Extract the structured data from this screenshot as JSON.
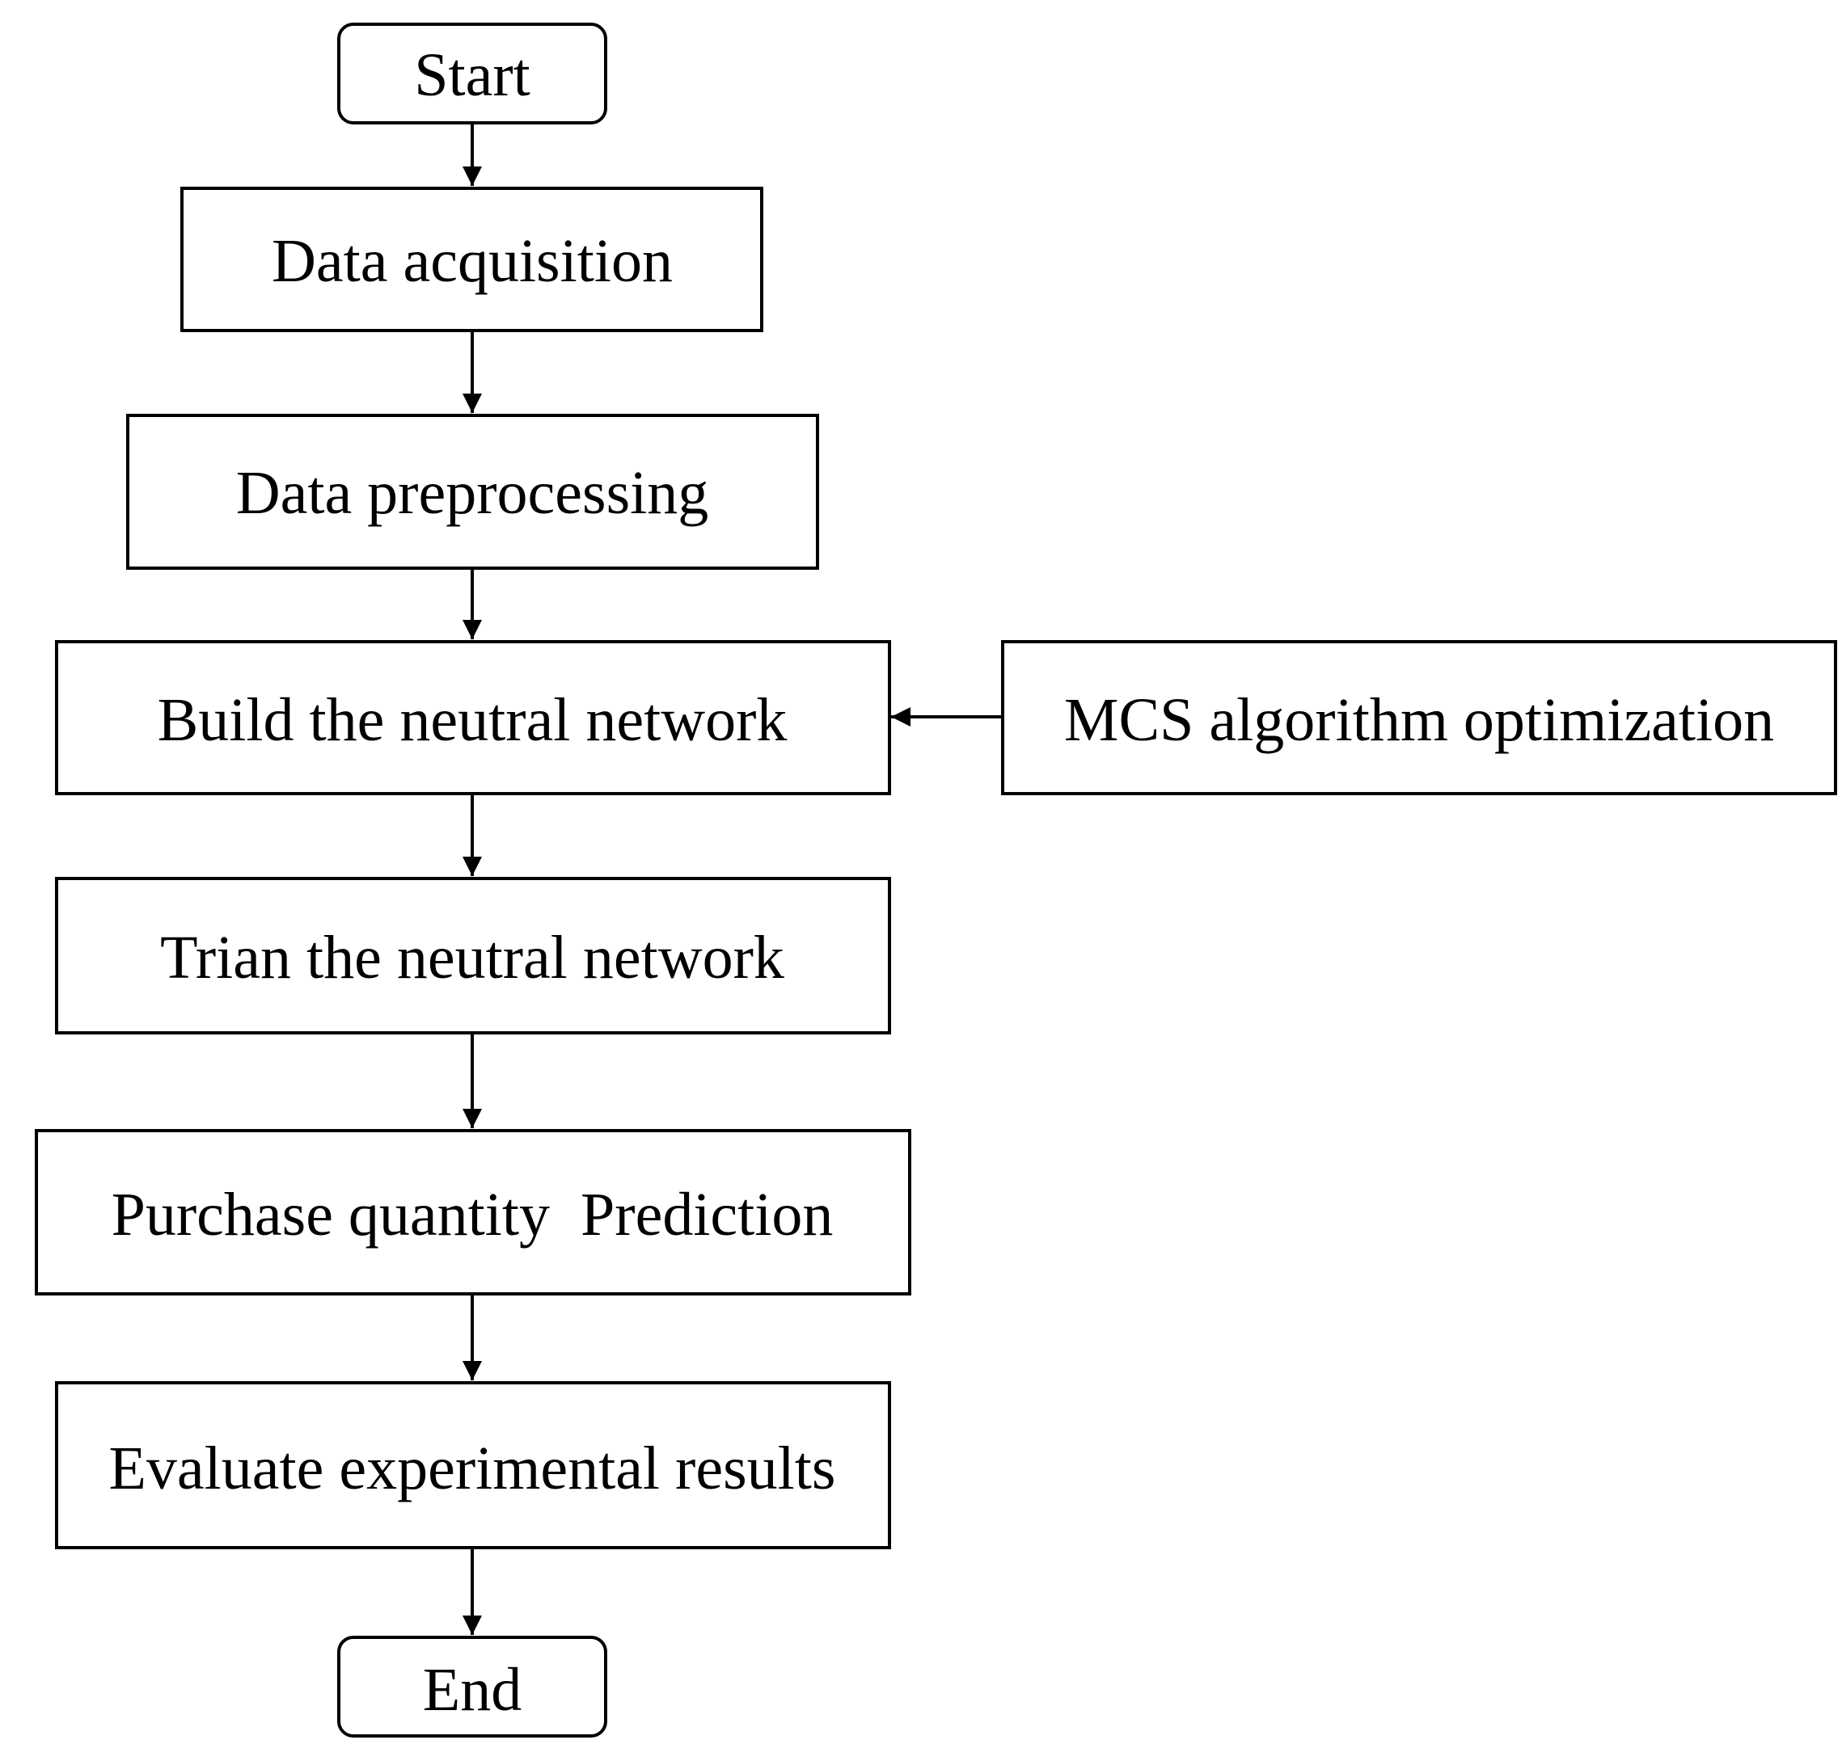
{
  "flowchart": {
    "nodes": [
      {
        "id": "start",
        "label": "Start",
        "shape": "rounded"
      },
      {
        "id": "data-acquisition",
        "label": "Data acquisition",
        "shape": "rect"
      },
      {
        "id": "data-preprocessing",
        "label": "Data preprocessing",
        "shape": "rect"
      },
      {
        "id": "build-network",
        "label": "Build the neutral network",
        "shape": "rect"
      },
      {
        "id": "mcs-optimization",
        "label": "MCS algorithm optimization",
        "shape": "rect"
      },
      {
        "id": "train-network",
        "label": "Trian the neutral network",
        "shape": "rect"
      },
      {
        "id": "purchase-prediction",
        "label": "Purchase quantity  Prediction",
        "shape": "rect"
      },
      {
        "id": "evaluate-results",
        "label": "Evaluate experimental results",
        "shape": "rect"
      },
      {
        "id": "end",
        "label": "End",
        "shape": "rounded"
      }
    ],
    "edges": [
      {
        "from": "start",
        "to": "data-acquisition"
      },
      {
        "from": "data-acquisition",
        "to": "data-preprocessing"
      },
      {
        "from": "data-preprocessing",
        "to": "build-network"
      },
      {
        "from": "mcs-optimization",
        "to": "build-network"
      },
      {
        "from": "build-network",
        "to": "train-network"
      },
      {
        "from": "train-network",
        "to": "purchase-prediction"
      },
      {
        "from": "purchase-prediction",
        "to": "evaluate-results"
      },
      {
        "from": "evaluate-results",
        "to": "end"
      }
    ]
  }
}
